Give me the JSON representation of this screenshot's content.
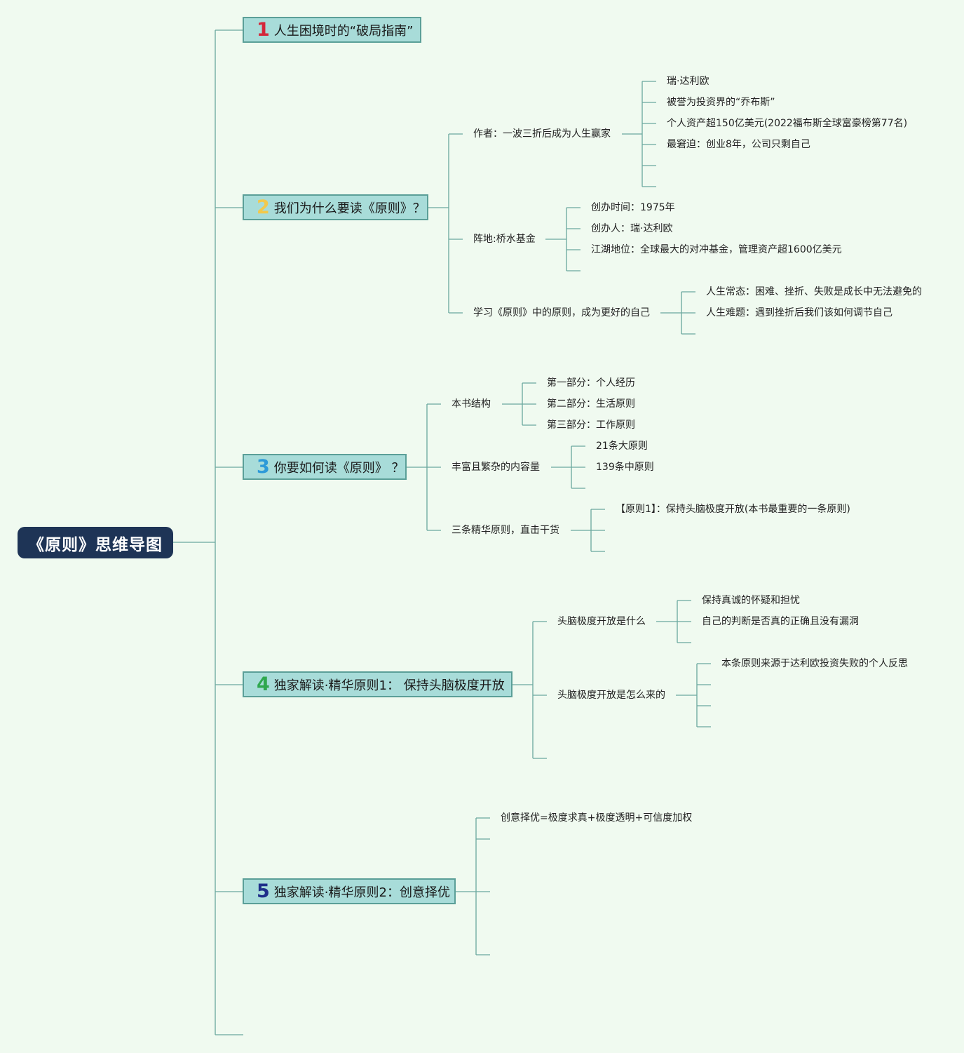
{
  "root": {
    "label": "《原则》思维导图"
  },
  "colors": {
    "background": "#f0faf0",
    "root_fill": "#1e3456",
    "branch_fill": "#a8dcd9",
    "branch_border": "#5b9f98",
    "connector": "#6aa89e",
    "num1": "#d4263a",
    "num2": "#f2c94c",
    "num3": "#2d9ad8",
    "num4": "#2fa84f",
    "num5": "#1f2f8a"
  },
  "branches": [
    {
      "num": "1",
      "label": "人生困境时的“破局指南”"
    },
    {
      "num": "2",
      "label": "我们为什么要读《原则》？"
    },
    {
      "num": "3",
      "label": "你要如何读《原则》 ？"
    },
    {
      "num": "4",
      "label": "独家解读·精华原则1： 保持头脑极度开放"
    },
    {
      "num": "5",
      "label": "独家解读·精华原则2：创意择优"
    }
  ],
  "b2": {
    "author": {
      "label": "作者：一波三折后成为人生赢家",
      "items": [
        "瑞·达利欧",
        "被誉为投资界的“乔布斯”",
        "个人资产超150亿美元(2022福布斯全球富豪榜第77名)",
        "最窘迫：创业8年，公司只剩自己"
      ]
    },
    "fund": {
      "label": "阵地:桥水基金",
      "items": [
        "创办时间：1975年",
        "创办人：瑞·达利欧",
        "江湖地位：全球最大的对冲基金，管理资产超1600亿美元"
      ]
    },
    "learn": {
      "label": "学习《原则》中的原则，成为更好的自己",
      "items": [
        "人生常态：困难、挫折、失败是成长中无法避免的",
        "人生难题：遇到挫折后我们该如何调节自己"
      ]
    }
  },
  "b3": {
    "structure": {
      "label": "本书结构",
      "items": [
        "第一部分：个人经历",
        "第二部分：生活原则",
        "第三部分：工作原则"
      ]
    },
    "content": {
      "label": "丰富且繁杂的内容量",
      "items": [
        "21条大原则",
        "139条中原则"
      ]
    },
    "three": {
      "label": "三条精华原则，直击干货",
      "items": [
        "【原则1】：保持头脑极度开放(本书最重要的一条原则)"
      ]
    }
  },
  "b4": {
    "what": {
      "label": "头脑极度开放是什么",
      "items": [
        "保持真诚的怀疑和担忧",
        "自己的判断是否真的正确且没有漏洞"
      ]
    },
    "how": {
      "label": "头脑极度开放是怎么来的",
      "items": [
        "本条原则来源于达利欧投资失败的个人反思"
      ]
    }
  },
  "b5": {
    "items": [
      "创意择优=极度求真+极度透明+可信度加权"
    ]
  }
}
